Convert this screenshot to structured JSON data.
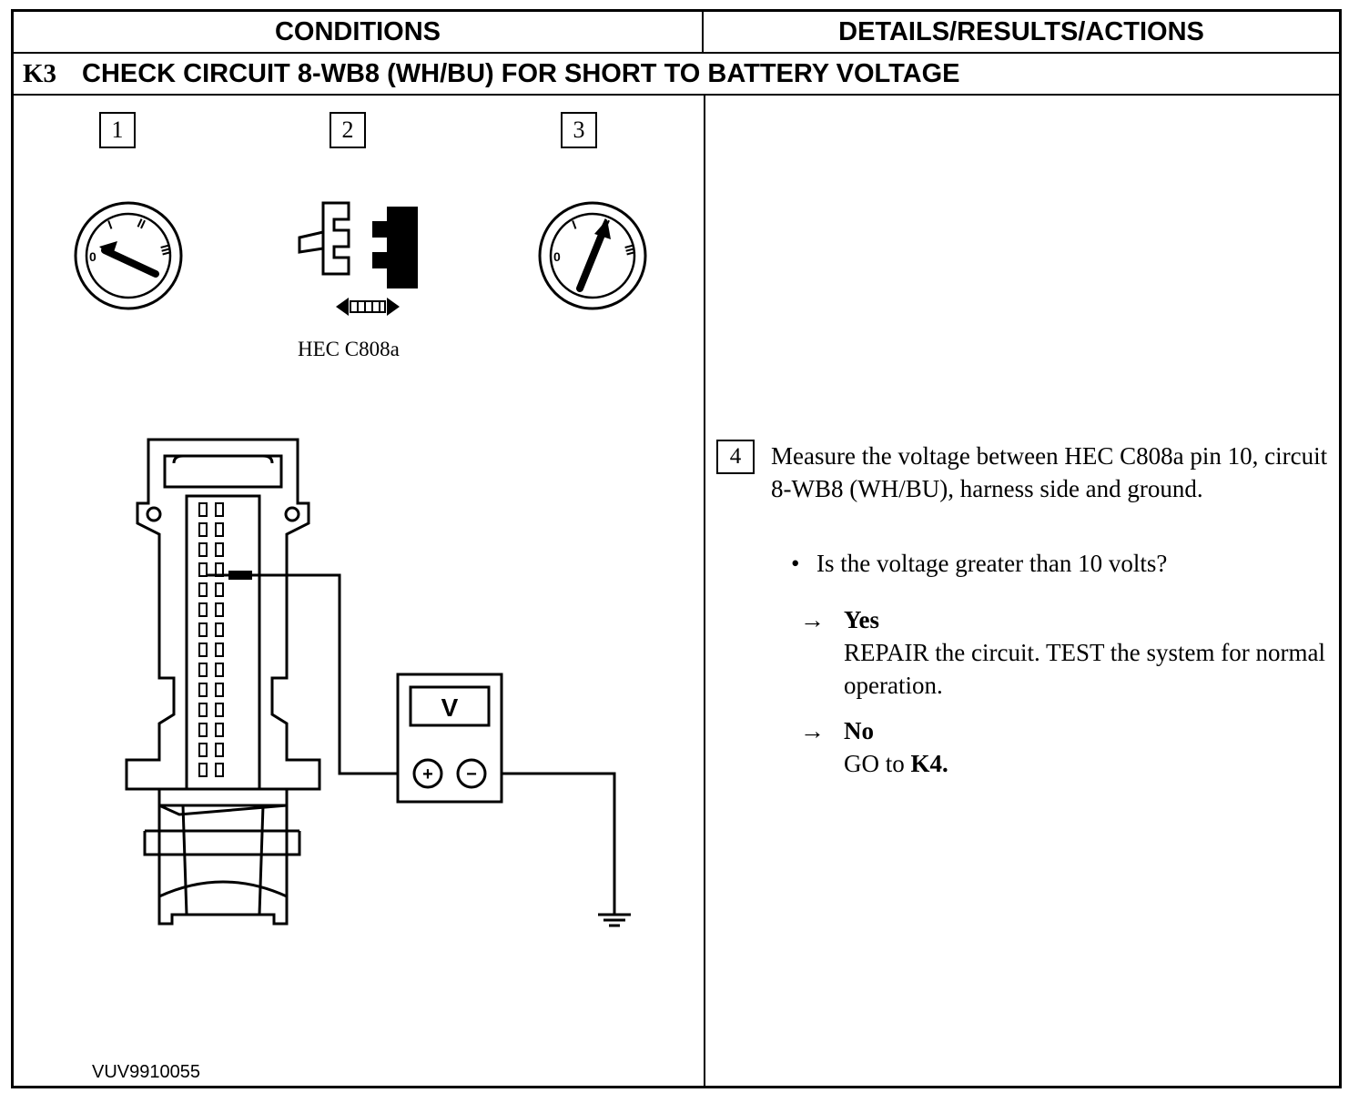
{
  "header": {
    "left": "CONDITIONS",
    "right": "DETAILS/RESULTS/ACTIONS"
  },
  "step": {
    "id": "K3",
    "title": "CHECK CIRCUIT 8-WB8 (WH/BU) FOR SHORT TO BATTERY VOLTAGE"
  },
  "figure": {
    "step_numbers": [
      "1",
      "2",
      "3"
    ],
    "connector_label": "HEC C808a",
    "ignition_positions": [
      "0",
      "I",
      "II",
      "III"
    ],
    "meter_label": "V",
    "meter_plus": "+",
    "meter_minus": "−",
    "reference": "VUV9910055"
  },
  "details": {
    "step_number": "4",
    "instruction": "Measure the voltage between HEC C808a pin 10, circuit 8-WB8 (WH/BU), harness side and ground.",
    "question": "Is the voltage greater than 10 volts?",
    "answers": [
      {
        "arrow": "→",
        "label": "Yes",
        "action": "REPAIR the circuit. TEST the system for normal operation."
      },
      {
        "arrow": "→",
        "label": "No",
        "action_prefix": "GO to ",
        "action_target": "K4."
      }
    ]
  }
}
